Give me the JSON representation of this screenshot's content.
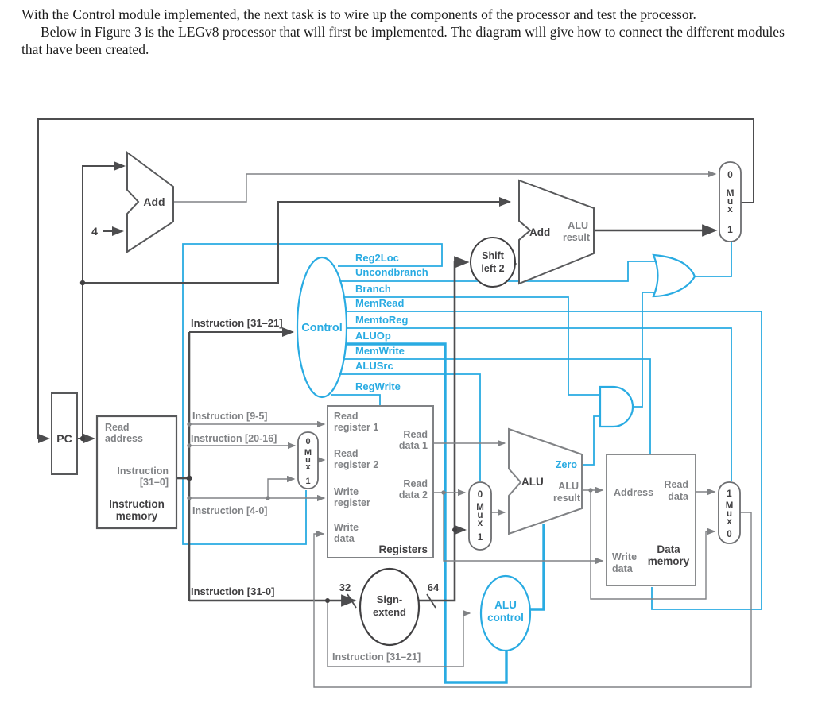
{
  "intro": {
    "para1": "With the Control module implemented, the next task is to wire up the components of the processor and test the processor.",
    "para2": "Below in Figure 3 is the LEGv8 processor that will first be implemented. The diagram will give how to connect the different modules that have been created."
  },
  "diagram": {
    "pc": {
      "label": "PC"
    },
    "adder_pc": {
      "label": "Add"
    },
    "adder_branch": {
      "label": "Add",
      "result_line1": "ALU",
      "result_line2": "result"
    },
    "constant_four": "4",
    "instruction_memory": {
      "port_line1": "Read",
      "port_line2": "address",
      "out_line1": "Instruction",
      "out_line2": "[31–0]",
      "name_line1": "Instruction",
      "name_line2": "memory"
    },
    "fields": {
      "to_control": "Instruction [31–21]",
      "bits_9_5": "Instruction [9-5]",
      "bits_20_16": "Instruction [20-16]",
      "bits_4_0": "Instruction [4-0]",
      "bits_31_0": "Instruction [31-0]",
      "to_alu_control": "Instruction [31–21]"
    },
    "control": {
      "label": "Control",
      "signals": [
        "Reg2Loc",
        "Uncondbranch",
        "Branch",
        "MemRead",
        "MemtoReg",
        "ALUOp",
        "MemWrite",
        "ALUSrc",
        "RegWrite"
      ]
    },
    "registers": {
      "read_reg1_line1": "Read",
      "read_reg1_line2": "register 1",
      "read_reg2_line1": "Read",
      "read_reg2_line2": "register 2",
      "write_reg_line1": "Write",
      "write_reg_line2": "register",
      "write_data_line1": "Write",
      "write_data_line2": "data",
      "read_data1_line1": "Read",
      "read_data1_line2": "data 1",
      "read_data2_line1": "Read",
      "read_data2_line2": "data 2",
      "name": "Registers"
    },
    "sign_extend": {
      "line1": "Sign-",
      "line2": "extend",
      "width_in": "32",
      "width_out": "64"
    },
    "shift_left2": {
      "line1": "Shift",
      "line2": "left 2"
    },
    "alu": {
      "label": "ALU",
      "zero": "Zero",
      "result_line1": "ALU",
      "result_line2": "result"
    },
    "alu_control": {
      "line1": "ALU",
      "line2": "control"
    },
    "data_memory": {
      "address": "Address",
      "read_line1": "Read",
      "read_line2": "data",
      "write_line1": "Write",
      "write_line2": "data",
      "name_line1": "Data",
      "name_line2": "memory"
    },
    "muxes": {
      "pcsrc": [
        "0",
        "M",
        "u",
        "x",
        "1"
      ],
      "reg2loc": [
        "0",
        "M",
        "u",
        "x",
        "1"
      ],
      "alusrc": [
        "0",
        "M",
        "u",
        "x",
        "1"
      ],
      "memtoreg": [
        "1",
        "M",
        "u",
        "x",
        "0"
      ]
    },
    "colors": {
      "accent_blue": "#29abe2",
      "wire_dark": "#4d4d4f",
      "wire_gray": "#808285"
    }
  }
}
